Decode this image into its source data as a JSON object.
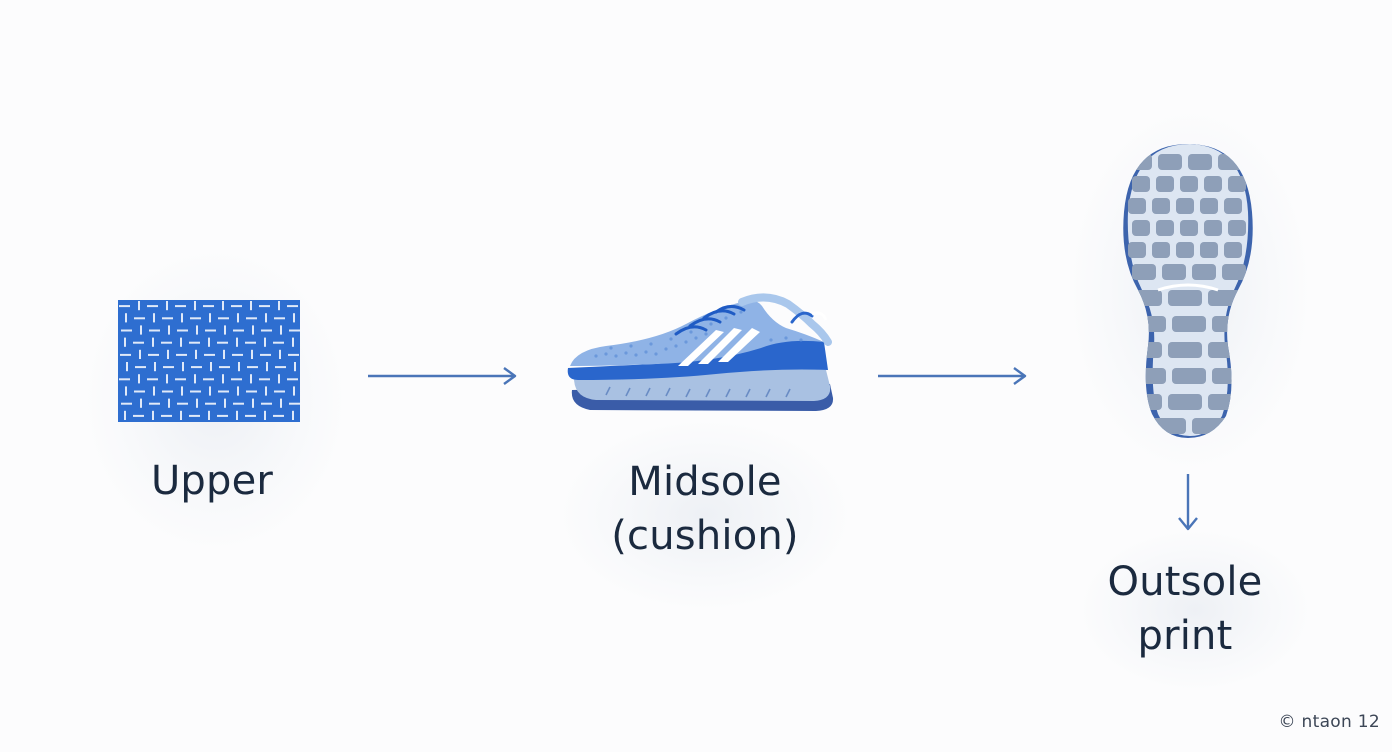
{
  "diagram": {
    "stages": [
      {
        "id": "upper",
        "label_lines": [
          "Upper"
        ],
        "icon": "woven-fabric-icon"
      },
      {
        "id": "midsole",
        "label_lines": [
          "Midsole",
          "(cushion)"
        ],
        "icon": "running-shoe-icon"
      },
      {
        "id": "outsole",
        "label_lines": [
          "Outsole",
          "print"
        ],
        "icon": "shoe-sole-tread-icon"
      }
    ],
    "connectors": [
      "right-arrow-icon",
      "right-arrow-icon",
      "down-arrow-icon"
    ]
  },
  "footer": {
    "copyright_symbol": "©",
    "text": "ntaon 12"
  },
  "colors": {
    "primary_blue": "#2e6ed0",
    "light_blue": "#a9c7ec",
    "sole_gray": "#8e9fb8",
    "arrow": "#4a75b8",
    "text": "#1b2a3f"
  }
}
